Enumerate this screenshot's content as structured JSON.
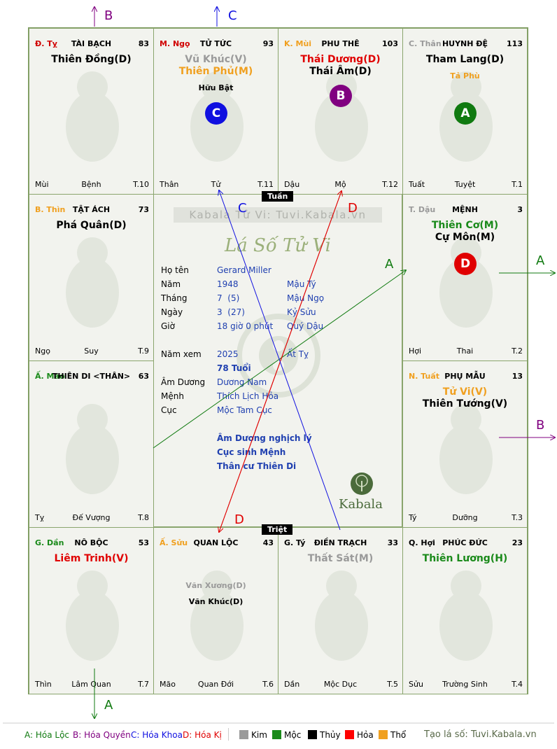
{
  "labels": {
    "tuan": "Tuần",
    "triet": "Triệt",
    "watermark": "Kabala Tử Vi: Tuvi.Kabala.vn",
    "brand_title": "Lá Số Tử Vi",
    "kabala_logo": "Kabala"
  },
  "palaces": [
    {
      "id": "ty-snake",
      "branch": "Đ. Tỵ",
      "branch_color": "#d00000",
      "name": "TÀI BẠCH",
      "num": "83",
      "stars": [
        {
          "text": "Thiên Đồng(D)",
          "color": "#000000"
        }
      ],
      "minor": "",
      "bl": "Mùi",
      "bc": "Bệnh",
      "br": "T.10"
    },
    {
      "id": "ngo-horse",
      "branch": "M. Ngọ",
      "branch_color": "#d00000",
      "name": "TỬ TỨC",
      "num": "93",
      "stars": [
        {
          "text": "Vũ Khúc(V)",
          "color": "#9a9a9a"
        },
        {
          "text": "Thiên Phủ(M)",
          "color": "#f0a020"
        }
      ],
      "minor": "Hữu Bật",
      "minor_color": "#000000",
      "bl": "Thân",
      "bc": "Tử",
      "br": "T.11"
    },
    {
      "id": "mui-goat",
      "branch": "K. Mùi",
      "branch_color": "#f0a020",
      "name": "PHU THÊ",
      "num": "103",
      "stars": [
        {
          "text": "Thái Dương(D)",
          "color": "#e00000"
        },
        {
          "text": "Thái Âm(D)",
          "color": "#000000"
        }
      ],
      "minor": "",
      "bl": "Dậu",
      "bc": "Mộ",
      "br": "T.12"
    },
    {
      "id": "than-monkey",
      "branch": "C. Thân",
      "branch_color": "#9a9a9a",
      "name": "HUYNH ĐỆ",
      "num": "113",
      "stars": [
        {
          "text": "Tham Lang(D)",
          "color": "#000000"
        }
      ],
      "minor": "Tả Phù",
      "minor_color": "#f0a020",
      "bl": "Tuất",
      "bc": "Tuyệt",
      "br": "T.1"
    },
    {
      "id": "thin-dragon",
      "branch": "B. Thìn",
      "branch_color": "#f0a020",
      "name": "TẬT ÁCH",
      "num": "73",
      "stars": [
        {
          "text": "Phá Quân(D)",
          "color": "#000000"
        }
      ],
      "minor": "",
      "bl": "Ngọ",
      "bc": "Suy",
      "br": "T.9"
    },
    {
      "id": "dau-rooster",
      "branch": "T. Dậu",
      "branch_color": "#9a9a9a",
      "name": "MỆNH",
      "num": "3",
      "stars": [
        {
          "text": "Thiên Cơ(M)",
          "color": "#1a8a1a"
        },
        {
          "text": "Cự Môn(M)",
          "color": "#000000"
        }
      ],
      "minor": "",
      "bl": "Hợi",
      "bc": "Thai",
      "br": "T.2"
    },
    {
      "id": "mao-cat",
      "branch": "Ấ. Mão",
      "branch_color": "#1a8a1a",
      "name": "THIÊN DI <THÂN>",
      "num": "63",
      "stars": [],
      "minor": "",
      "bl": "Tỵ",
      "bc": "Đế Vượng",
      "br": "T.8"
    },
    {
      "id": "tuat-dog",
      "branch": "N. Tuất",
      "branch_color": "#f0a020",
      "name": "PHỤ MẪU",
      "num": "13",
      "stars": [
        {
          "text": "Tử Vi(V)",
          "color": "#f0a020"
        },
        {
          "text": "Thiên Tướng(V)",
          "color": "#000000"
        }
      ],
      "minor": "",
      "bl": "Tý",
      "bc": "Dưỡng",
      "br": "T.3"
    },
    {
      "id": "dan-tiger",
      "branch": "G. Dần",
      "branch_color": "#1a8a1a",
      "name": "NÔ BỘC",
      "num": "53",
      "stars": [
        {
          "text": "Liêm Trinh(V)",
          "color": "#e00000"
        }
      ],
      "minor": "",
      "bl": "Thìn",
      "bc": "Lâm Quan",
      "br": "T.7"
    },
    {
      "id": "suu-buffalo",
      "branch": "Ấ. Sửu",
      "branch_color": "#f0a020",
      "name": "QUAN LỘC",
      "num": "43",
      "stars": [],
      "minor": "Văn Xương(D)",
      "minor_color": "#9a9a9a",
      "minor2": "Văn Khúc(D)",
      "minor2_color": "#000000",
      "bl": "Mão",
      "bc": "Quan Đới",
      "br": "T.6"
    },
    {
      "id": "ty-rat",
      "branch": "G. Tý",
      "branch_color": "#000000",
      "name": "ĐIỀN TRẠCH",
      "num": "33",
      "stars": [
        {
          "text": "Thất Sát(M)",
          "color": "#9a9a9a"
        }
      ],
      "minor": "",
      "bl": "Dần",
      "bc": "Mộc Dục",
      "br": "T.5"
    },
    {
      "id": "hoi-pig",
      "branch": "Q. Hợi",
      "branch_color": "#000000",
      "name": "PHÚC ĐỨC",
      "num": "23",
      "stars": [
        {
          "text": "Thiên Lương(H)",
          "color": "#1a8a1a"
        }
      ],
      "minor": "",
      "bl": "Sửu",
      "bc": "Trường Sinh",
      "br": "T.4"
    }
  ],
  "circles": [
    {
      "letter": "C",
      "color": "#1010e0"
    },
    {
      "letter": "B",
      "color": "#800080"
    },
    {
      "letter": "A",
      "color": "#107a10"
    },
    {
      "letter": "D",
      "color": "#e00000"
    }
  ],
  "info": {
    "ho_ten_label": "Họ tên",
    "ho_ten": "Gerard Miller",
    "nam_label": "Năm",
    "nam": "1948",
    "nam_can_chi": "Mậu Tý",
    "thang_label": "Tháng",
    "thang": "7  (5)",
    "thang_can_chi": "Mậu Ngọ",
    "ngay_label": "Ngày",
    "ngay": "3  (27)",
    "ngay_can_chi": "Kỷ Sửu",
    "gio_label": "Giờ",
    "gio": "18 giờ 0 phút",
    "gio_can_chi": "Quý Dậu",
    "nam_xem_label": "Năm xem",
    "nam_xem": "2025",
    "nam_xem_can_chi": "Ất Tỵ",
    "tuoi": "78 Tuổi",
    "am_duong_label": "Âm Dương",
    "am_duong": "Dương Nam",
    "menh_label": "Mệnh",
    "menh": "Thích Lịch Hỏa",
    "cuc_label": "Cục",
    "cuc": "Mộc Tam Cục",
    "note1": "Âm Dương nghịch lý",
    "note2": "Cục sinh Mệnh",
    "note3": "Thân cư Thiên Di"
  },
  "arrow_labels": {
    "A": "A",
    "B": "B",
    "C": "C",
    "D": "D"
  },
  "legend": {
    "a": "A: Hóa Lộc",
    "b": "B: Hóa Quyền",
    "c": "C: Hóa Khoa",
    "d": "D: Hóa Kị",
    "kim": "Kim",
    "moc": "Mộc",
    "thuy": "Thủy",
    "hoa": "Hỏa",
    "tho": "Thổ",
    "site": "Tạo lá số: Tuvi.Kabala.vn",
    "colors": {
      "a": "#107a10",
      "b": "#800080",
      "c": "#1010e0",
      "d": "#e00000",
      "kim": "#9a9a9a",
      "moc": "#1a8a1a",
      "thuy": "#000000",
      "hoa": "#ff0000",
      "tho": "#f0a020"
    }
  }
}
